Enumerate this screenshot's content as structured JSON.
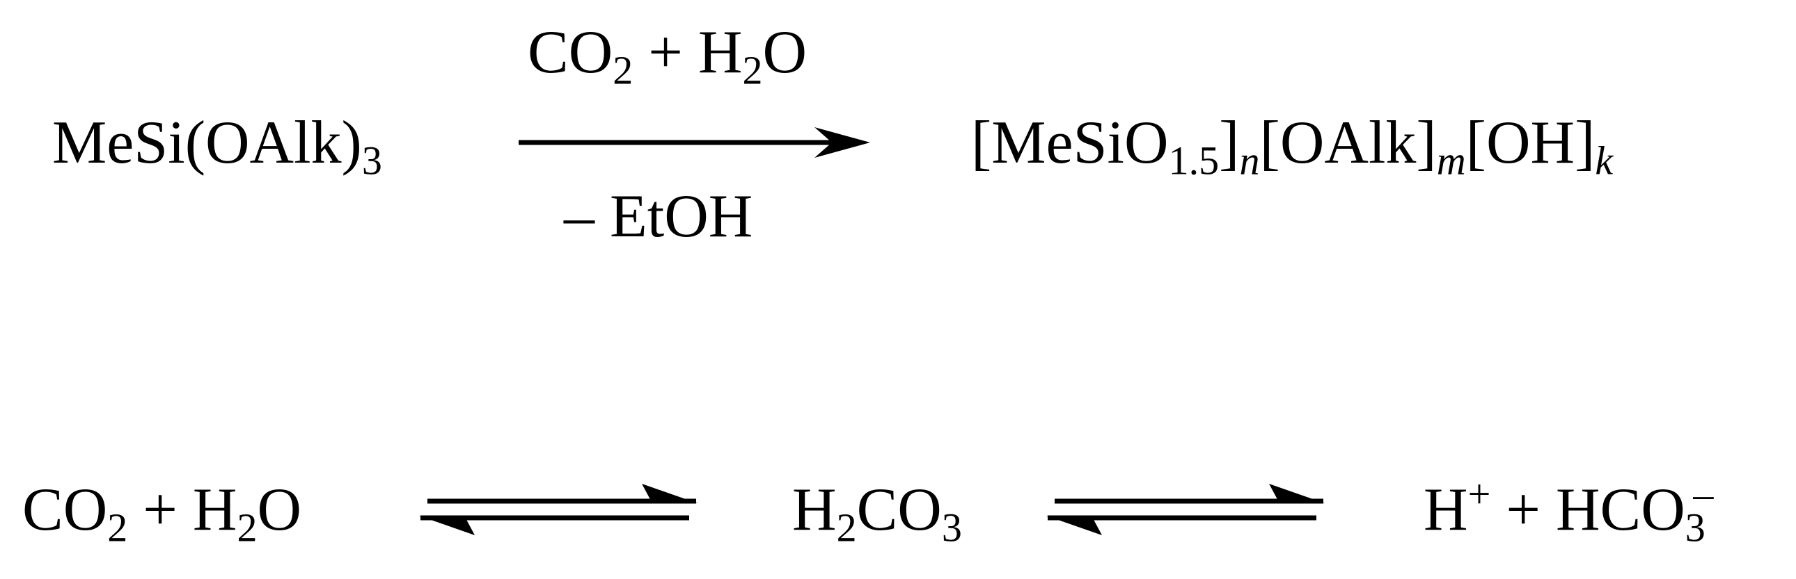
{
  "reaction1": {
    "reactant": {
      "main": "MeSi(OAlk)",
      "sub": "3"
    },
    "arrow_above": {
      "a": "CO",
      "a_sub": "2",
      "b": " + H",
      "b_sub": "2",
      "c": "O"
    },
    "arrow_below": "– EtOH",
    "product": {
      "p1": "[MeSiO",
      "p1_sub": "1.5",
      "p2": "]",
      "p2_sub": "n",
      "p3": "[OAlk]",
      "p3_sub": "m",
      "p4": "[OH]",
      "p4_sub": "k"
    }
  },
  "reaction2": {
    "left": {
      "a": "CO",
      "a_sub": "2",
      "b": " + H",
      "b_sub": "2",
      "c": "O"
    },
    "middle": {
      "a": "H",
      "a_sub": "2",
      "b": "CO",
      "b_sub": "3"
    },
    "right": {
      "a": "H",
      "a_sup": "+",
      "b": " + HCO",
      "b_sub": "3",
      "b_sup": "–"
    }
  },
  "colors": {
    "ink": "#000000",
    "background": "#ffffff"
  }
}
